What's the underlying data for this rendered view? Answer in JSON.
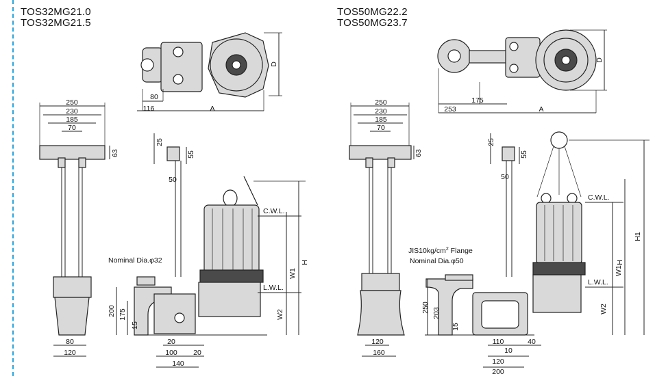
{
  "left_models": [
    "TOS32MG21.0",
    "TOS32MG21.5"
  ],
  "right_models": [
    "TOS50MG22.2",
    "TOS50MG23.7"
  ],
  "left_dims": {
    "top_80": "80",
    "top_116": "116",
    "top_A": "A",
    "top_D": "D",
    "w250": "250",
    "w230": "230",
    "w185": "185",
    "w70": "70",
    "h63": "63",
    "b80": "80",
    "b120": "120",
    "h25": "25",
    "h55": "55",
    "h50": "50",
    "nominal": "Nominal Dia.φ32",
    "cwl": "C.W.L.",
    "lwl": "L.W.L.",
    "h200": "200",
    "h175": "175",
    "h15": "15",
    "W1": "W1",
    "H": "H",
    "W2": "W2",
    "f20a": "20",
    "f100": "100",
    "f20b": "20",
    "f140": "140"
  },
  "right_dims": {
    "top_175": "175",
    "top_253": "253",
    "top_A": "A",
    "top_D": "D",
    "w250": "250",
    "w230": "230",
    "w185": "185",
    "w70": "70",
    "h63": "63",
    "b120": "120",
    "b160": "160",
    "h25": "25",
    "h55": "55",
    "h50": "50",
    "flange_a": "JIS10kg/cm",
    "flange_sup": "2",
    "flange_b": " Flange",
    "nominal": "Nominal Dia.φ50",
    "cwl": "C.W.L.",
    "lwl": "L.W.L.",
    "h250": "250",
    "h203": "203",
    "h15": "15",
    "H1": "H1",
    "W1": "W1",
    "H": "H",
    "W2": "W2",
    "f110": "110",
    "f40": "40",
    "f10": "10",
    "f120": "120",
    "f200": "200"
  }
}
